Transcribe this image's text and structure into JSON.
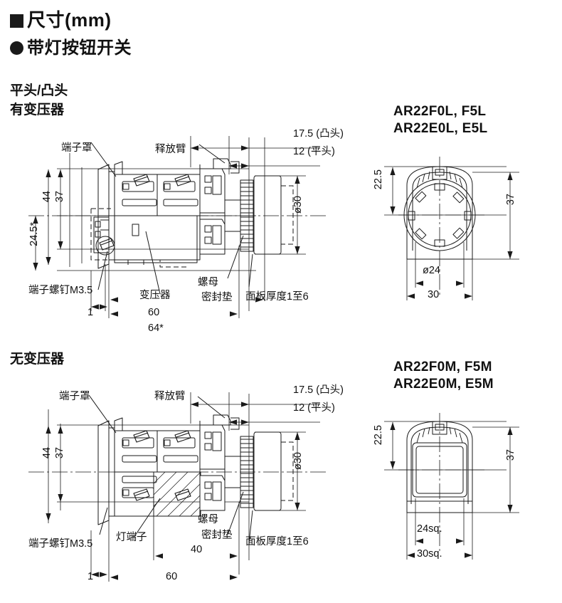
{
  "headings": {
    "main": "尺寸(mm)",
    "sub": "带灯按钮开关",
    "type_line1": "平头/凸头",
    "section1": "有变压器",
    "section2": "无变压器"
  },
  "models": {
    "top_line1": "AR22F0L, F5L",
    "top_line2": "AR22E0L, E5L",
    "bottom_line1": "AR22F0M, F5M",
    "bottom_line2": "AR22E0M, E5M"
  },
  "top_drawing": {
    "callouts": {
      "terminal_cover": "端子罩",
      "release_arm": "释放臂",
      "terminal_screw": "端子螺钉M3.5",
      "transformer": "变压器",
      "nut": "螺母",
      "gasket": "密封垫",
      "panel_thickness": "面板厚度1至6"
    },
    "dims": {
      "h44": "44",
      "h37": "37",
      "h245": "24.5*",
      "d1": "1",
      "d60": "60",
      "d64": "64*",
      "proj": "17.5 (凸头)",
      "flat": "12 (平头)",
      "dia30": "ø30"
    }
  },
  "bottom_drawing": {
    "callouts": {
      "terminal_cover": "端子罩",
      "release_arm": "释放臂",
      "terminal_screw": "端子螺钉M3.5",
      "lamp_terminal": "灯端子",
      "nut": "螺母",
      "gasket": "密封垫",
      "panel_thickness": "面板厚度1至6"
    },
    "dims": {
      "h44": "44",
      "h37": "37",
      "d1": "1",
      "d40": "40",
      "d60": "60",
      "proj": "17.5 (凸头)",
      "flat": "12 (平头)",
      "dia30": "ø30"
    }
  },
  "front_round": {
    "h225": "22.5",
    "h37": "37",
    "dia24": "ø24",
    "w30": "30"
  },
  "front_square": {
    "h225": "22.5",
    "h37": "37",
    "w24": "24sq.",
    "w30": "30sq."
  },
  "colors": {
    "ink": "#1a1a1a",
    "paper": "#ffffff"
  }
}
